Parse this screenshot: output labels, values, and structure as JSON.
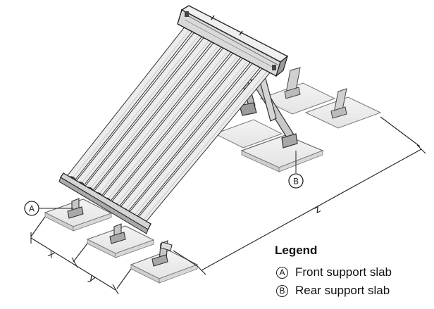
{
  "diagram": {
    "callouts": {
      "a": "A",
      "b": "B"
    },
    "dimensions": {
      "x": "x",
      "y": "y",
      "z": "z"
    }
  },
  "legend": {
    "title": "Legend",
    "items": [
      {
        "marker": "A",
        "text": "Front support slab"
      },
      {
        "marker": "B",
        "text": "Rear support slab"
      }
    ]
  }
}
